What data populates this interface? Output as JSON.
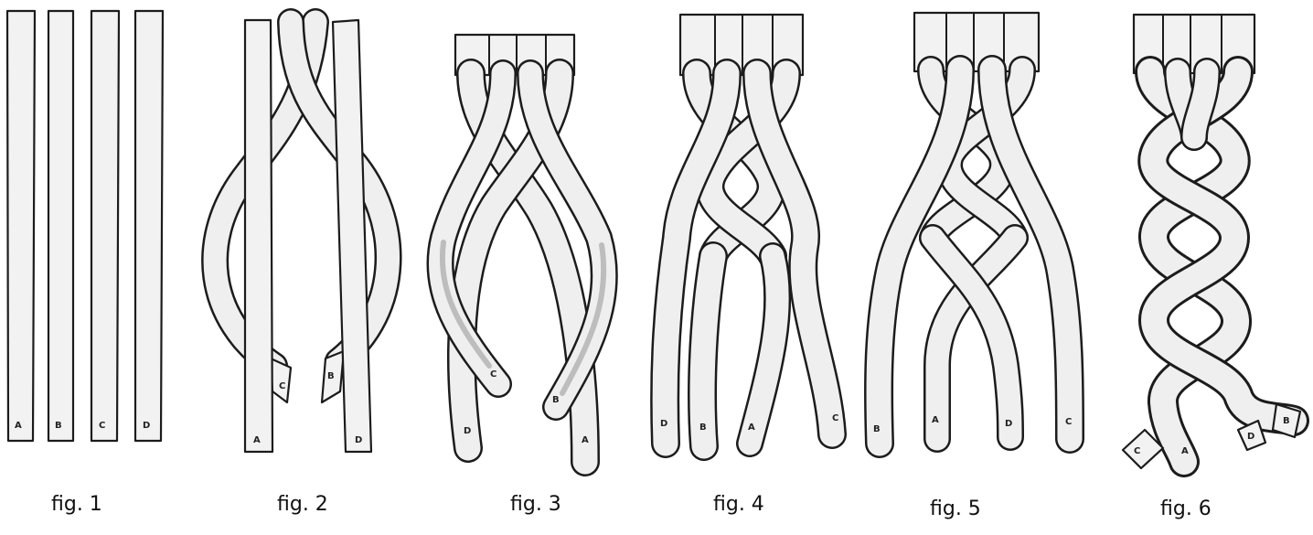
{
  "figures": [
    {
      "caption": "fig. 1",
      "labels": [
        "A",
        "B",
        "C",
        "D"
      ]
    },
    {
      "caption": "fig. 2",
      "labels": [
        "A",
        "C",
        "B",
        "D"
      ]
    },
    {
      "caption": "fig. 3",
      "labels": [
        "D",
        "C",
        "B",
        "A"
      ]
    },
    {
      "caption": "fig. 4",
      "labels": [
        "D",
        "B",
        "A",
        "C"
      ]
    },
    {
      "caption": "fig. 5",
      "labels": [
        "B",
        "A",
        "D",
        "C"
      ]
    },
    {
      "caption": "fig. 6",
      "labels": [
        "C",
        "A",
        "D",
        "B"
      ]
    }
  ],
  "colors": {
    "ink": "#1c1c1c",
    "strand": "#f2f2f2",
    "shade": "#bdbdbd"
  }
}
